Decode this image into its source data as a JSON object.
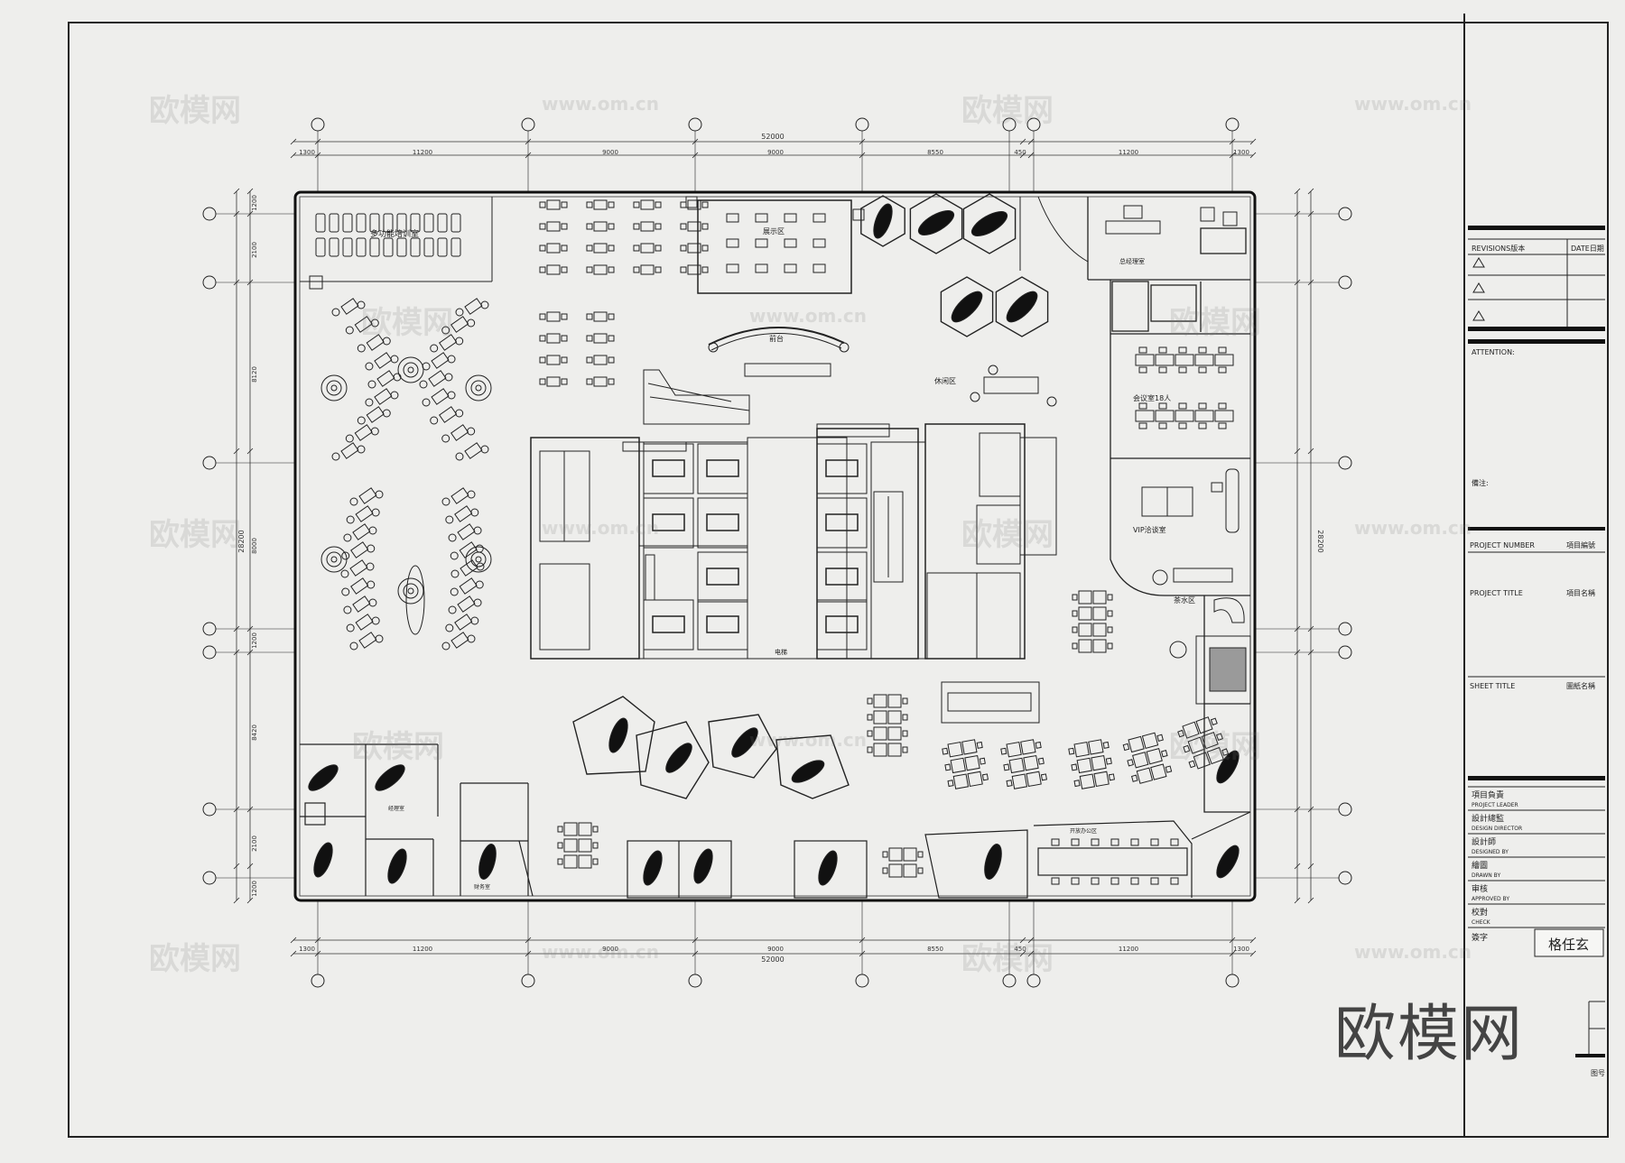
{
  "title_block": {
    "revisions_label": "REVISIONS版本",
    "date_label": "DATE日期",
    "attention_label": "ATTENTION:",
    "notes_label": "備注:",
    "project_number_label": "PROJECT NUMBER",
    "project_number_cn": "項目編號",
    "project_title_label": "PROJECT TITLE",
    "project_title_cn": "項目名稱",
    "sheet_title_label": "SHEET TITLE",
    "sheet_title_cn": "圖紙名稱",
    "project_leader_cn": "項目負責",
    "project_leader_en": "PROJECT LEADER",
    "designed_cn": "設計總監",
    "designed_en": "DESIGN DIRECTOR",
    "designer_cn": "設計師",
    "designer_en": "DESIGNED BY",
    "drawn_cn": "繪圖",
    "drawn_en": "DRAWN BY",
    "approved_cn": "审核",
    "approved_en": "APPROVED BY",
    "check_cn": "校對",
    "check_en": "CHECK",
    "signature_cn": "簽字",
    "stamp_text": "格任玄",
    "sheet_no": "图号"
  },
  "dimensions": {
    "total": "52000",
    "top_segments": [
      "1300",
      "11200",
      "9000",
      "9000",
      "8550",
      "450",
      "11200",
      "1300"
    ],
    "left_total": "28200",
    "left_segments": [
      "1200",
      "2100",
      "8120",
      "8000",
      "1200",
      "8420",
      "2100",
      "1200"
    ]
  },
  "rooms": {
    "training": "多功能培训室",
    "exhibition": "展示区",
    "reception": "前台",
    "rest_area": "休闲区",
    "meeting_18": "会议室18人",
    "vip": "VIP洽谈室",
    "leisure": "茶水区",
    "office": "经理室",
    "boss": "总经理室",
    "open_office": "开放办公区",
    "finance": "财务室",
    "lift": "电梯"
  },
  "brand": "欧模网",
  "watermark_cn": "欧模网",
  "watermark_url": "www.om.cn",
  "colors": {
    "line": "#222222",
    "paper": "#eeeeec"
  }
}
